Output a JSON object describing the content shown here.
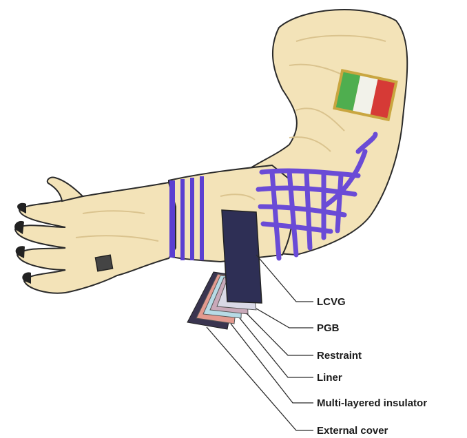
{
  "diagram": {
    "subject": "spacesuit-arm-layers",
    "labels": [
      {
        "id": "lcvg",
        "text": "LCVG",
        "layer_color": "#2e2f55"
      },
      {
        "id": "pgb",
        "text": "PGB",
        "layer_color": "#d9d9e6"
      },
      {
        "id": "restraint",
        "text": "Restraint",
        "layer_color": "#c9a9b9"
      },
      {
        "id": "liner",
        "text": "Liner",
        "layer_color": "#b7dbe6"
      },
      {
        "id": "mli",
        "text": "Multi-layered insulator",
        "layer_color": "#e39a8f"
      },
      {
        "id": "external",
        "text": "External cover",
        "layer_color": "#3a3550"
      }
    ],
    "colors": {
      "suit_fabric": "#f3e3b8",
      "suit_shadow": "#d8c08a",
      "stripe_blue": "#5b3fd1",
      "cooling_tube": "#6a4bd6",
      "outline": "#2a2a2a",
      "flag_green": "#4fae4f",
      "flag_white": "#f2f2ea",
      "flag_red": "#d63a36",
      "flag_border": "#c9a640"
    }
  }
}
